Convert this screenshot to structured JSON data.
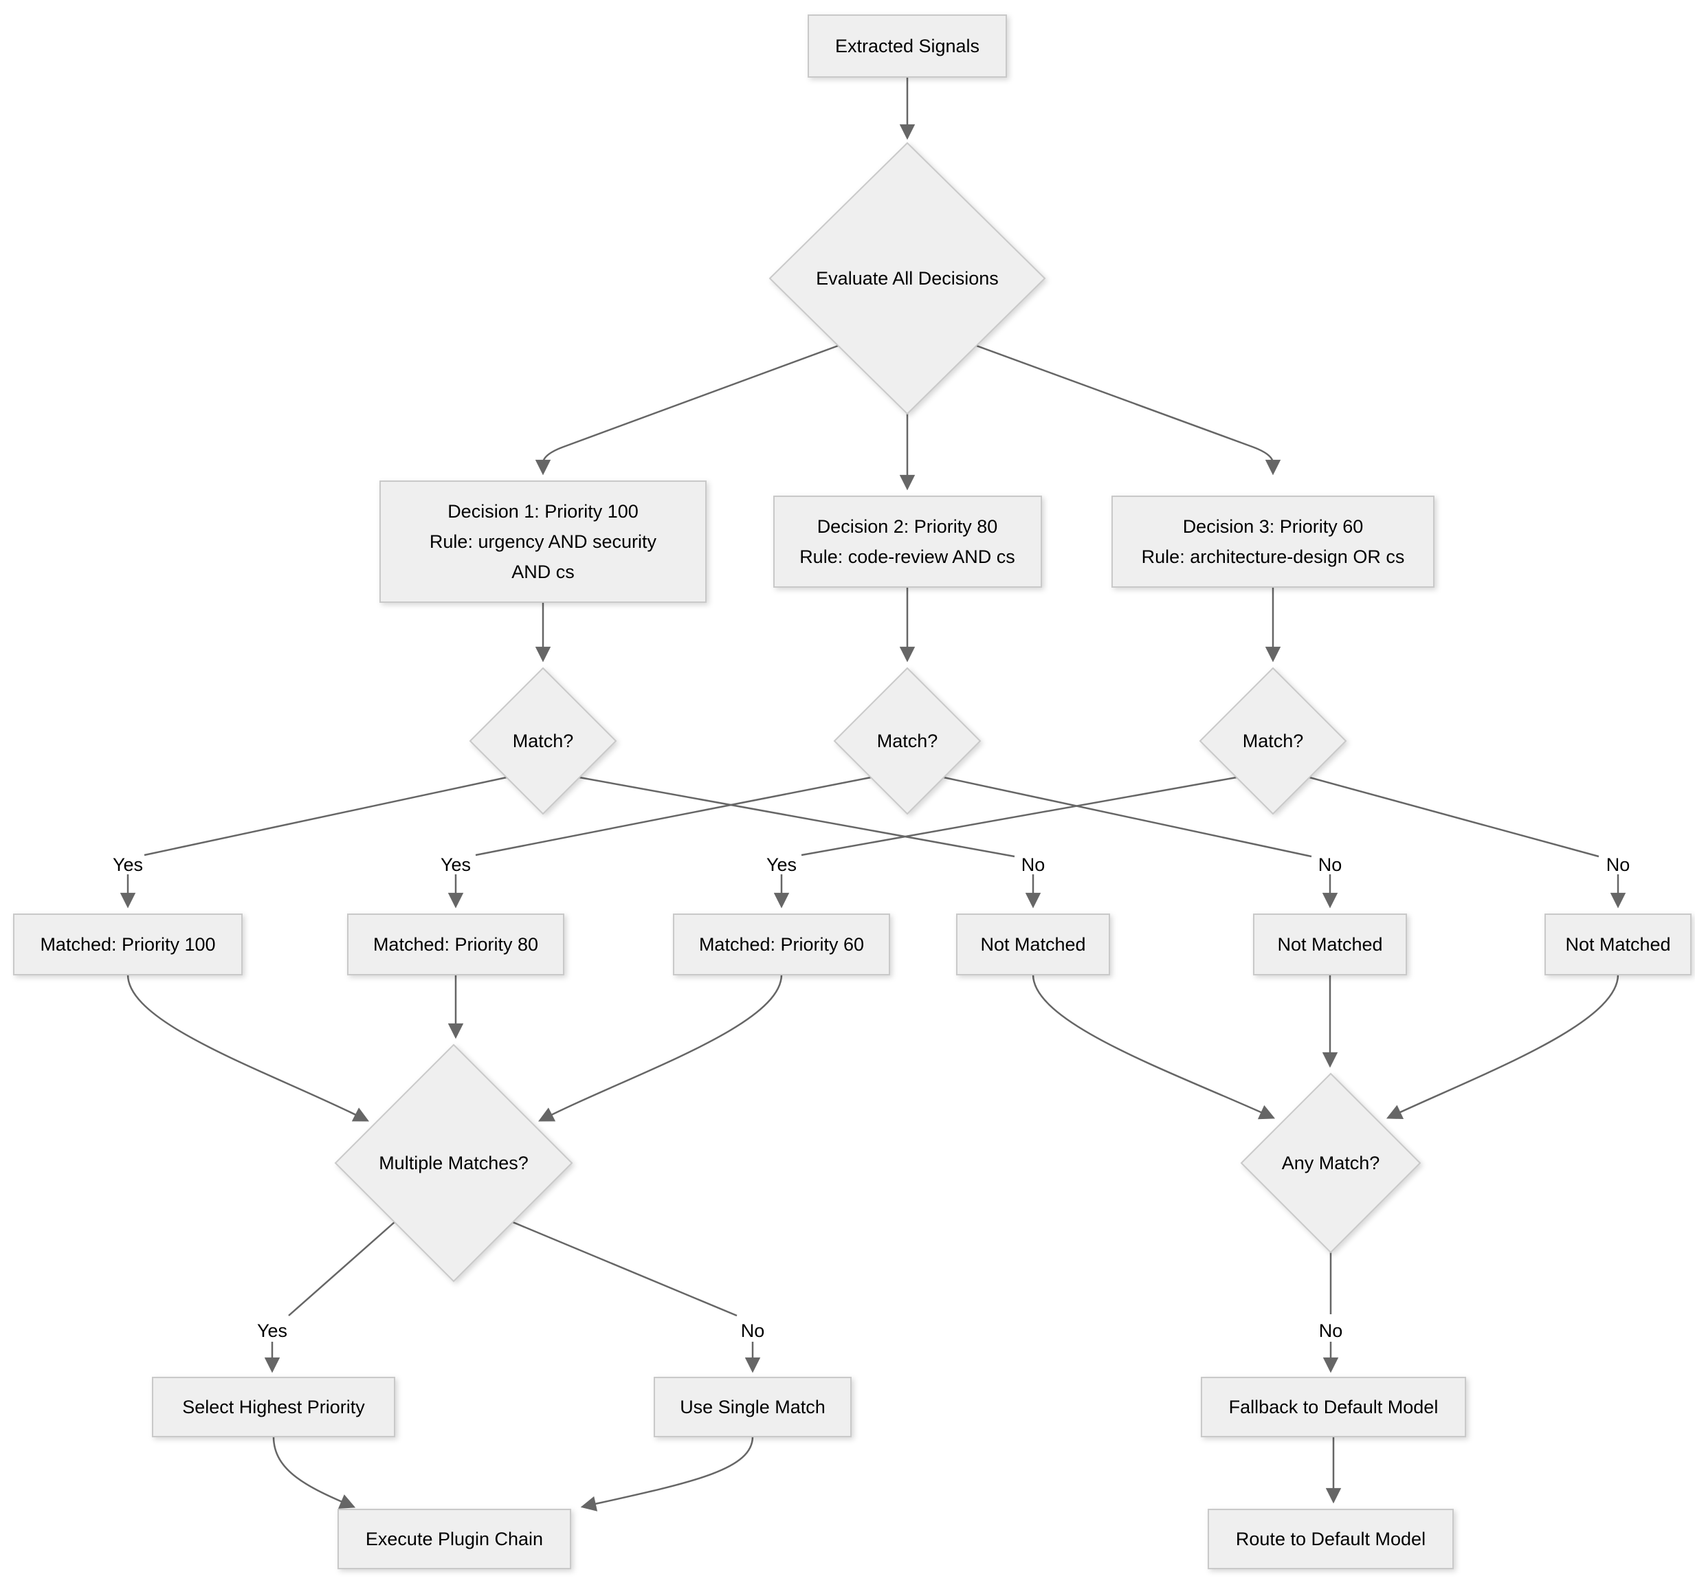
{
  "colors": {
    "background": "#ffffff",
    "node_fill": "#efefef",
    "node_stroke": "#c9c9c9",
    "edge_stroke": "#666666",
    "text": "#000000"
  },
  "nodes": {
    "extracted_signals": {
      "label": "Extracted Signals"
    },
    "evaluate_all_decisions": {
      "label": "Evaluate All Decisions"
    },
    "decision_1": {
      "lines": [
        "Decision 1: Priority 100",
        "Rule: urgency AND security",
        "AND cs"
      ]
    },
    "decision_2": {
      "lines": [
        "Decision 2: Priority 80",
        "Rule: code-review AND cs"
      ]
    },
    "decision_3": {
      "lines": [
        "Decision 3: Priority 60",
        "Rule: architecture-design OR cs"
      ]
    },
    "match_1": {
      "label": "Match?"
    },
    "match_2": {
      "label": "Match?"
    },
    "match_3": {
      "label": "Match?"
    },
    "matched_priority_100": {
      "label": "Matched: Priority 100"
    },
    "matched_priority_80": {
      "label": "Matched: Priority 80"
    },
    "matched_priority_60": {
      "label": "Matched: Priority 60"
    },
    "not_matched_1": {
      "label": "Not Matched"
    },
    "not_matched_2": {
      "label": "Not Matched"
    },
    "not_matched_3": {
      "label": "Not Matched"
    },
    "multiple_matches": {
      "label": "Multiple Matches?"
    },
    "any_match": {
      "label": "Any Match?"
    },
    "select_highest_priority": {
      "label": "Select Highest Priority"
    },
    "use_single_match": {
      "label": "Use Single Match"
    },
    "fallback_to_default_model": {
      "label": "Fallback to Default Model"
    },
    "execute_plugin_chain": {
      "label": "Execute Plugin Chain"
    },
    "route_to_default_model": {
      "label": "Route to Default Model"
    }
  },
  "edge_labels": {
    "match_1_yes": "Yes",
    "match_2_yes": "Yes",
    "match_3_yes": "Yes",
    "match_1_no": "No",
    "match_2_no": "No",
    "match_3_no": "No",
    "multiple_matches_yes": "Yes",
    "multiple_matches_no": "No",
    "any_match_no": "No"
  }
}
